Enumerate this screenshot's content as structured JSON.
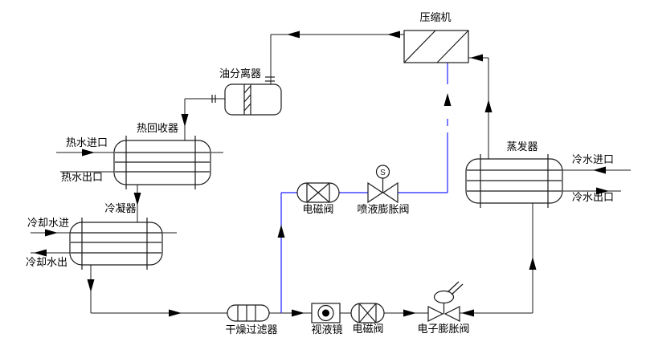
{
  "diagram": {
    "type": "refrigeration-heat-pump-cycle-schematic",
    "background_color": "#ffffff",
    "line_color": "#1a1a1a",
    "injection_line_color": "#2020ff",
    "equipment": {
      "compressor": "压缩机",
      "oil_separator": "油分离器",
      "heat_recovery": "热回收器",
      "condenser": "冷凝器",
      "evaporator": "蒸发器",
      "dry_filter": "干燥过滤器",
      "sight_glass": "视液镜",
      "solenoid_valve_upper": "电磁阀",
      "injection_expansion_valve": "喷液膨胀阀",
      "injection_valve_sensor_mark": "S",
      "solenoid_valve_lower": "电磁阀",
      "electronic_expansion_valve": "电子膨胀阀"
    },
    "water_ports": {
      "hot_water_inlet": "热水进口",
      "hot_water_outlet": "热水出口",
      "cooling_water_in": "冷却水进",
      "cooling_water_out": "冷却水出",
      "chilled_water_inlet": "冷水进口",
      "chilled_water_outlet": "冷水出口"
    }
  }
}
